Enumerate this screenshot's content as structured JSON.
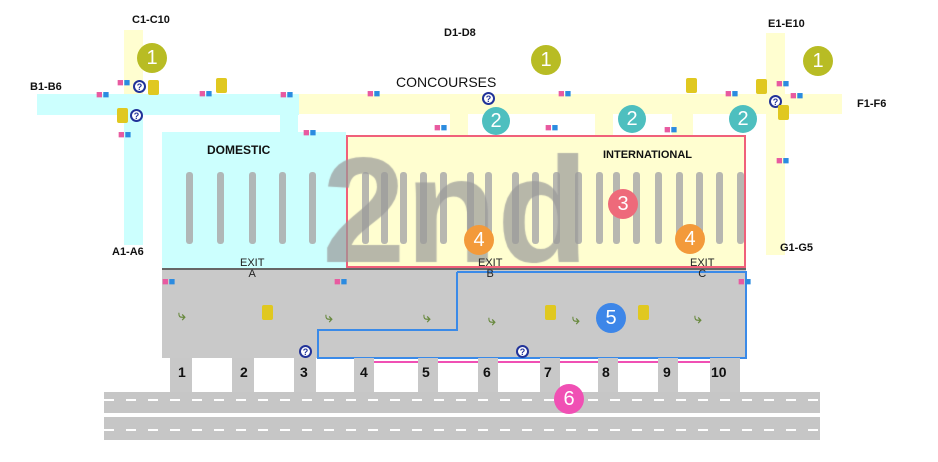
{
  "gates_labels": {
    "c": "C1-C10",
    "d": "D1-D8",
    "e": "E1-E10",
    "b": "B1-B6",
    "f": "F1-F6",
    "a": "A1-A6",
    "g": "G1-G5"
  },
  "areas": {
    "concourses": "CONCOURSES",
    "domestic": "DOMESTIC",
    "international": "INTERNATIONAL",
    "floor": "2nd"
  },
  "exits": [
    {
      "label": "EXIT",
      "letter": "A"
    },
    {
      "label": "EXIT",
      "letter": "B"
    },
    {
      "label": "EXIT",
      "letter": "C"
    }
  ],
  "markers": {
    "m1": "1",
    "m2": "2",
    "m3": "3",
    "m4": "4",
    "m5": "5",
    "m6": "6"
  },
  "marker_colors": {
    "m1": "#b8bc24",
    "m2": "#4ebfbf",
    "m3": "#ee6a7a",
    "m4": "#f39a3a",
    "m5": "#3d86e8",
    "m6": "#f050b4"
  },
  "curb_doors": [
    "1",
    "2",
    "3",
    "4",
    "5",
    "6",
    "7",
    "8",
    "9",
    "10"
  ],
  "icons": [
    "restroom-icon",
    "info-icon",
    "elevator-icon",
    "escalator-icon"
  ]
}
